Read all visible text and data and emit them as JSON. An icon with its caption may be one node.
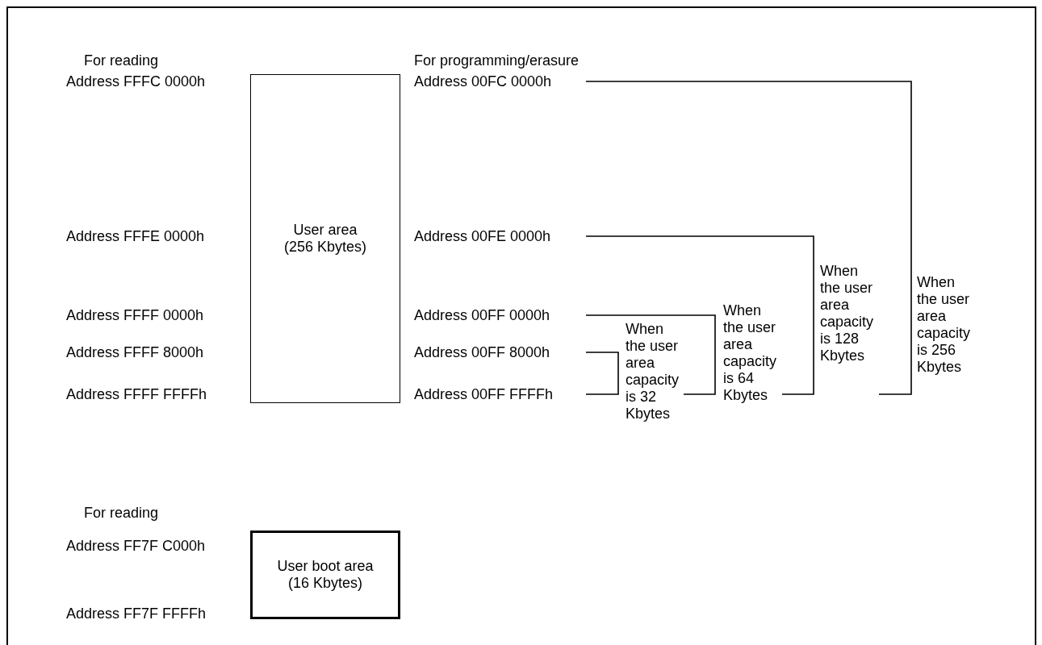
{
  "diagram": {
    "nodes": [
      {
        "text": [
          "User area",
          "(256 Kbytes)"
        ]
      },
      {
        "text": [
          "User boot area",
          "(16 Kbytes)"
        ]
      }
    ],
    "labels": [
      "For reading",
      "For programming/erasure",
      "Address FFFC 0000h",
      "Address 00FC 0000h",
      "When the user area capacity is 256 Kbytes",
      "Address FFFE 0000h",
      "Address 00FE 0000h",
      "When the user area capacity is 128 Kbytes",
      "Address FFFF 0000h",
      "Address 00FF 0000h",
      "When the user area capacity is 64 Kbytes",
      "Address FFFF 8000h",
      "Address 00FF 8000h",
      "When the user area capacity is 32 Kbytes",
      "Address FFFF FFFFh",
      "Address 00FF FFFFh",
      "For reading",
      "Address FF7F C000h",
      "Address FF7F FFFFh"
    ]
  }
}
